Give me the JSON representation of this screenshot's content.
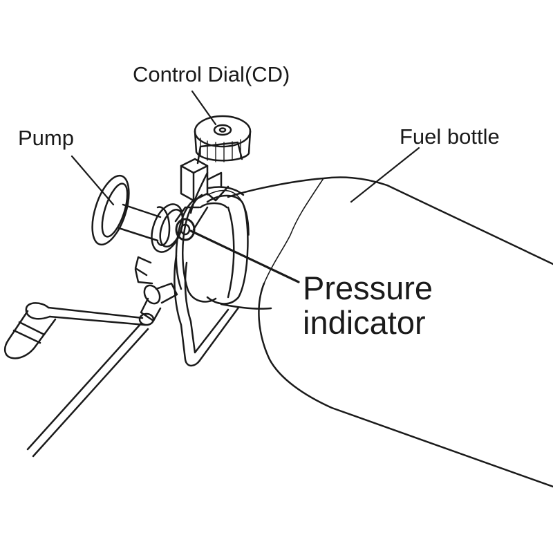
{
  "labels": {
    "control_dial": "Control Dial(CD)",
    "pump": "Pump",
    "fuel_bottle": "Fuel bottle",
    "pressure_line1": "Pressure",
    "pressure_line2": "indicator"
  },
  "colors": {
    "line": "#1a1a1a",
    "background": "#ffffff"
  }
}
